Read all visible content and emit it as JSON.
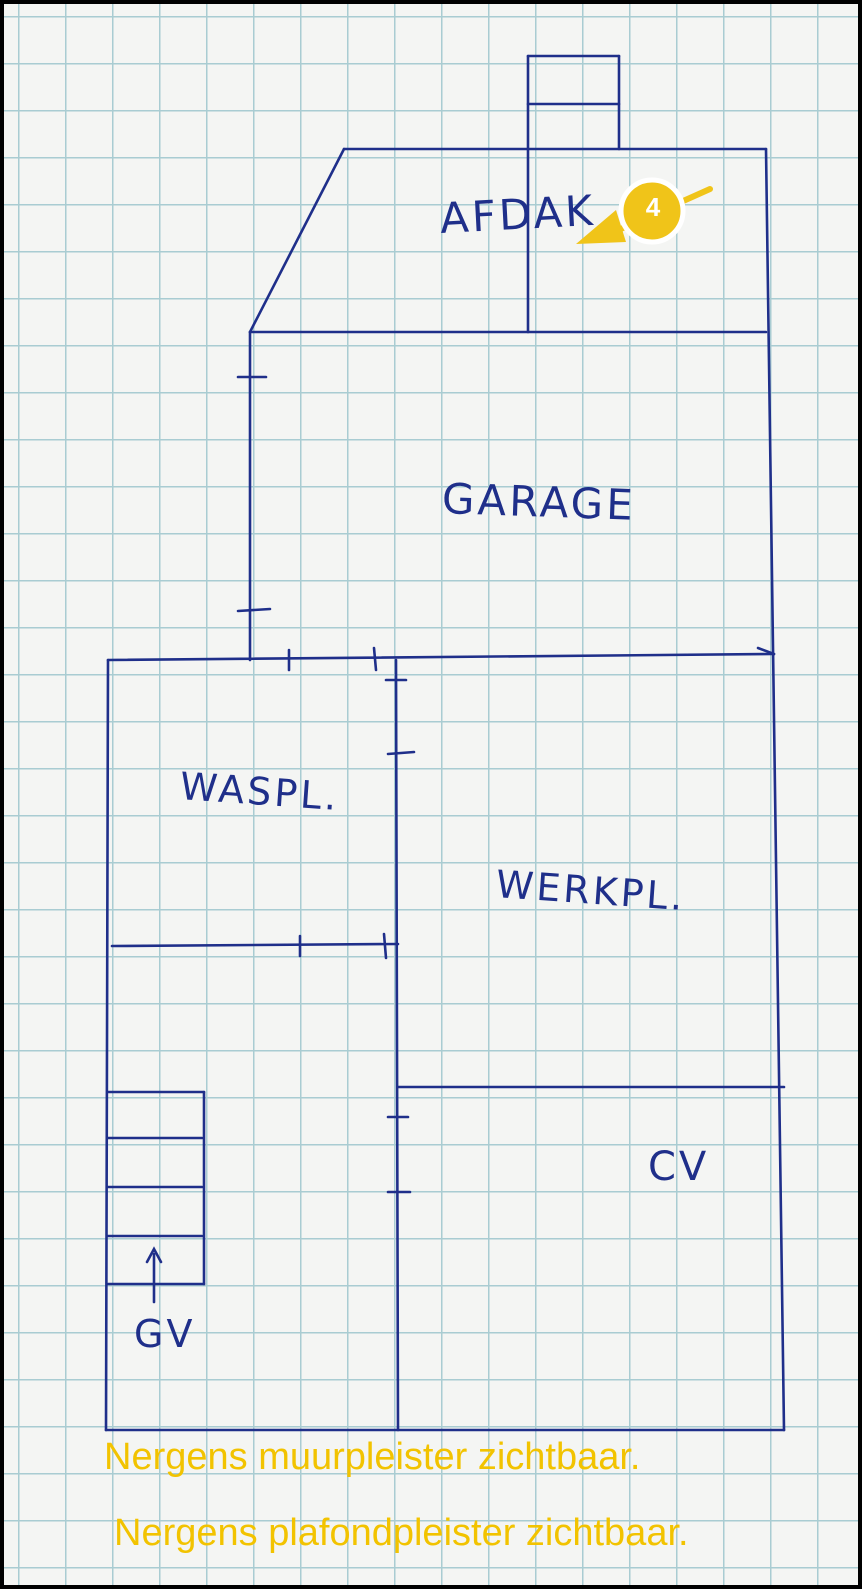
{
  "rooms": {
    "afdak": "AFDAK",
    "garage": "GARAGE",
    "waspl": "WASPL.",
    "werkpl": "WERKPL.",
    "cv": "CV",
    "gv": "GV"
  },
  "marker": {
    "number": "4",
    "color": "#f0c419"
  },
  "notes": [
    "Nergens muurpleister zichtbaar.",
    "Nergens plafondpleister zichtbaar."
  ],
  "colors": {
    "ink": "#1f2f8a",
    "grid": "#a9ccd2",
    "paper": "#f4f5f3",
    "note": "#f2c300"
  }
}
